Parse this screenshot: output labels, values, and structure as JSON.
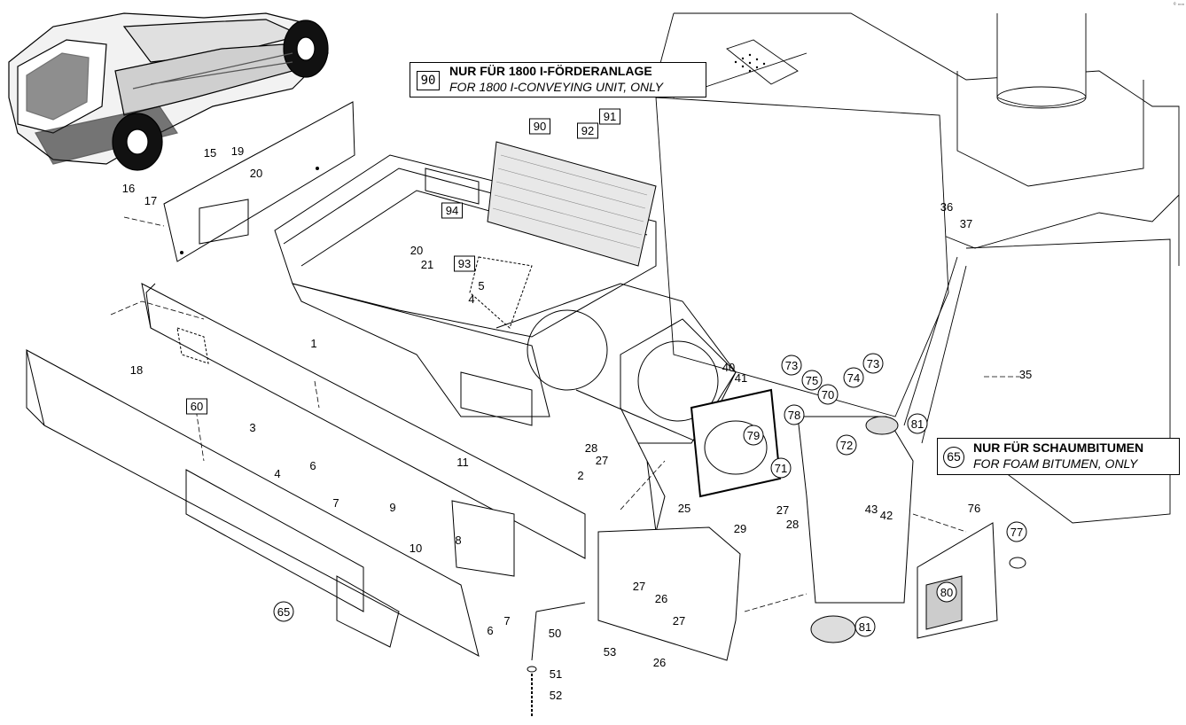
{
  "corner_mark": "ᵉ ▫▫▫",
  "notes": {
    "conveying": {
      "badge": "90",
      "de": "NUR FÜR 1800 I-FÖRDERANLAGE",
      "en": "FOR 1800 I-CONVEYING UNIT, ONLY"
    },
    "foam": {
      "badge": "65",
      "de": "NUR FÜR SCHAUMBITUMEN",
      "en": "FOR FOAM BITUMEN, ONLY"
    }
  },
  "callouts": [
    {
      "id": "15",
      "style": "plain"
    },
    {
      "id": "19",
      "style": "plain"
    },
    {
      "id": "20",
      "style": "plain"
    },
    {
      "id": "16",
      "style": "plain"
    },
    {
      "id": "17",
      "style": "plain"
    },
    {
      "id": "20",
      "style": "plain"
    },
    {
      "id": "21",
      "style": "plain"
    },
    {
      "id": "94",
      "style": "box"
    },
    {
      "id": "93",
      "style": "box"
    },
    {
      "id": "90",
      "style": "box"
    },
    {
      "id": "92",
      "style": "box"
    },
    {
      "id": "91",
      "style": "box"
    },
    {
      "id": "5",
      "style": "plain"
    },
    {
      "id": "4",
      "style": "plain"
    },
    {
      "id": "18",
      "style": "plain"
    },
    {
      "id": "1",
      "style": "plain"
    },
    {
      "id": "60",
      "style": "box"
    },
    {
      "id": "3",
      "style": "plain"
    },
    {
      "id": "4",
      "style": "plain"
    },
    {
      "id": "6",
      "style": "plain"
    },
    {
      "id": "7",
      "style": "plain"
    },
    {
      "id": "9",
      "style": "plain"
    },
    {
      "id": "10",
      "style": "plain"
    },
    {
      "id": "11",
      "style": "plain"
    },
    {
      "id": "8",
      "style": "plain"
    },
    {
      "id": "2",
      "style": "plain"
    },
    {
      "id": "28",
      "style": "plain"
    },
    {
      "id": "27",
      "style": "plain"
    },
    {
      "id": "6",
      "style": "plain"
    },
    {
      "id": "7",
      "style": "plain"
    },
    {
      "id": "65",
      "style": "circle"
    },
    {
      "id": "50",
      "style": "plain"
    },
    {
      "id": "53",
      "style": "plain"
    },
    {
      "id": "51",
      "style": "plain"
    },
    {
      "id": "52",
      "style": "plain"
    },
    {
      "id": "25",
      "style": "plain"
    },
    {
      "id": "29",
      "style": "plain"
    },
    {
      "id": "27",
      "style": "plain"
    },
    {
      "id": "26",
      "style": "plain"
    },
    {
      "id": "27",
      "style": "plain"
    },
    {
      "id": "26",
      "style": "plain"
    },
    {
      "id": "40",
      "style": "plain"
    },
    {
      "id": "41",
      "style": "plain"
    },
    {
      "id": "79",
      "style": "circle"
    },
    {
      "id": "71",
      "style": "circle"
    },
    {
      "id": "73",
      "style": "circle"
    },
    {
      "id": "75",
      "style": "circle"
    },
    {
      "id": "70",
      "style": "circle"
    },
    {
      "id": "78",
      "style": "circle"
    },
    {
      "id": "72",
      "style": "circle"
    },
    {
      "id": "74",
      "style": "circle"
    },
    {
      "id": "73",
      "style": "circle"
    },
    {
      "id": "81",
      "style": "circle"
    },
    {
      "id": "27",
      "style": "plain"
    },
    {
      "id": "28",
      "style": "plain"
    },
    {
      "id": "43",
      "style": "plain"
    },
    {
      "id": "42",
      "style": "plain"
    },
    {
      "id": "76",
      "style": "plain"
    },
    {
      "id": "77",
      "style": "circle"
    },
    {
      "id": "80",
      "style": "circle"
    },
    {
      "id": "81",
      "style": "circle"
    },
    {
      "id": "35",
      "style": "plain"
    },
    {
      "id": "36",
      "style": "plain"
    },
    {
      "id": "37",
      "style": "plain"
    }
  ]
}
